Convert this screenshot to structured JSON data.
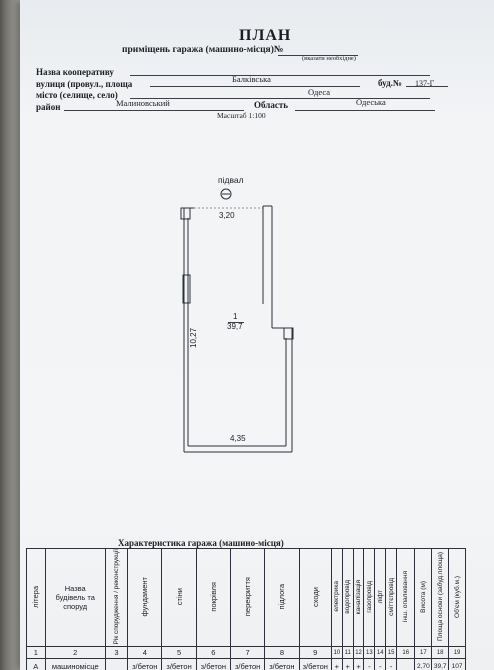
{
  "header": {
    "title": "ПЛАН",
    "subtitle": "приміщень гаража (машино-місця)№",
    "hint": "(вказати необхідне)"
  },
  "form": {
    "coop_label": "Назва кооперативу",
    "street_label": "вулиця (провул., площа",
    "street_value": "Балківська",
    "building_label": "буд.№",
    "building_value": "137-Г",
    "city_label": "місто (селище, село)",
    "city_value": "Одеса",
    "district_label": "район",
    "district_value": "Малиновський",
    "region_label": "Область",
    "region_value": "Одеська",
    "scale": "Масштаб 1:100"
  },
  "plan": {
    "basement_label": "підвал",
    "width_top": "3,20",
    "width_bottom": "4,35",
    "length": "10,27",
    "room_number": "1",
    "room_area": "39,7"
  },
  "table": {
    "title": "Характеристика гаража (машино-місця)",
    "headers": {
      "litera": "літера",
      "name": "Назва будівель та споруд",
      "year": "Рік спорудження / реконструкції",
      "foundation": "фундамент",
      "walls": "стіни",
      "roof": "покрівля",
      "ceiling": "перекриття",
      "floor": "підлога",
      "stairs": "сходи",
      "electric": "електрика",
      "water": "водопровід",
      "sewer": "каналізація",
      "gas": "газопровід",
      "lift": "ліфт",
      "garbage": "сміттєпровід",
      "other": "інш. опалювання",
      "height": "Висота (м)",
      "area": "Площа основи (забуд.площа)",
      "volume": "Об'єм (куб.м.)"
    },
    "numbers": [
      "1",
      "2",
      "3",
      "4",
      "5",
      "6",
      "7",
      "8",
      "9",
      "10",
      "11",
      "12",
      "13",
      "14",
      "15",
      "16",
      "17",
      "18",
      "19"
    ],
    "row": {
      "litera": "А",
      "name": "машиномісце",
      "year": "",
      "foundation": "з/бетон",
      "walls": "з/бетон",
      "roof": "з/бетон",
      "ceiling": "з/бетон",
      "floor": "з/бетон",
      "stairs": "з/бетон",
      "electric": "+",
      "water": "+",
      "sewer": "+",
      "gas": "-",
      "lift": "-",
      "garbage": "-",
      "other": "",
      "height": "2,70",
      "area": "39,7",
      "volume": "107"
    }
  }
}
